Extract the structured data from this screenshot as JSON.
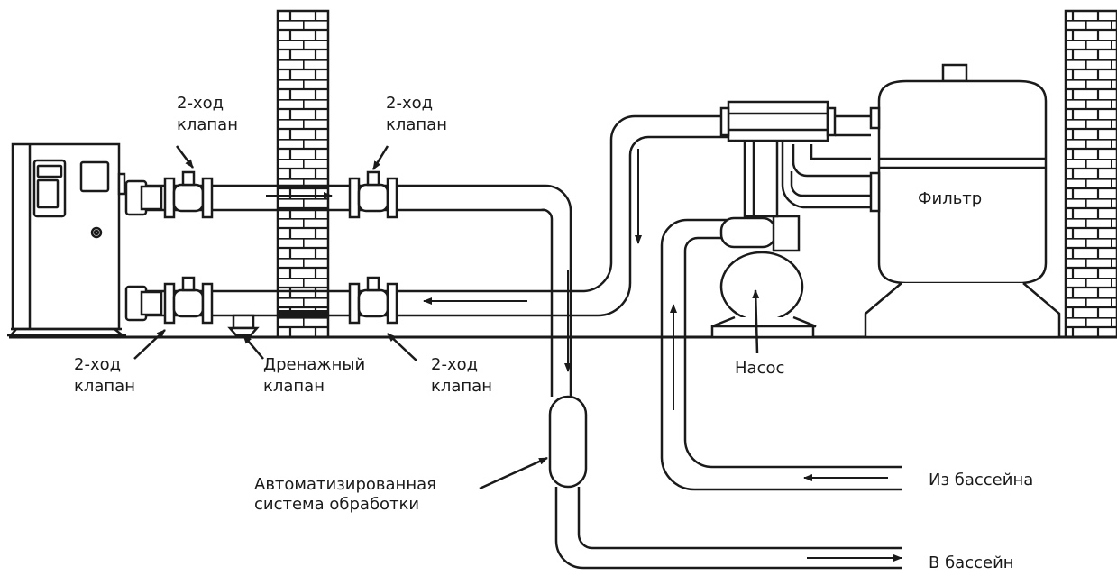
{
  "labels": {
    "valve_top_left": [
      "2-ход",
      "клапан"
    ],
    "valve_top_right": [
      "2-ход",
      "клапан"
    ],
    "valve_bottom_left": [
      "2-ход",
      "клапан"
    ],
    "valve_bottom_right": [
      "2-ход",
      "клапан"
    ],
    "drain_valve": [
      "Дренажный",
      "клапан"
    ],
    "filter": "Фильтр",
    "pump": "Насос",
    "automation": [
      "Автоматизированная",
      "система обработки"
    ],
    "from_pool": "Из бассейна",
    "to_pool": "В бассейн"
  },
  "colors": {
    "line": "#1a1a1a",
    "background": "#ffffff"
  }
}
